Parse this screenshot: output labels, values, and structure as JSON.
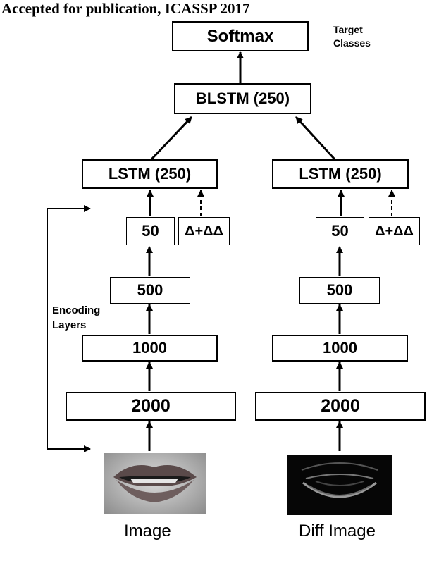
{
  "header": "Accepted for publication, ICASSP 2017",
  "softmax": "Softmax",
  "target_classes": [
    "Target",
    "Classes"
  ],
  "blstm": "BLSTM (250)",
  "encoding_layers": [
    "Encoding",
    "Layers"
  ],
  "left": {
    "lstm": "LSTM (250)",
    "l50": "50",
    "delta": "Δ+ΔΔ",
    "l500": "500",
    "l1000": "1000",
    "l2000": "2000",
    "caption": "Image"
  },
  "right": {
    "lstm": "LSTM (250)",
    "l50": "50",
    "delta": "Δ+ΔΔ",
    "l500": "500",
    "l1000": "1000",
    "l2000": "2000",
    "caption": "Diff Image"
  }
}
